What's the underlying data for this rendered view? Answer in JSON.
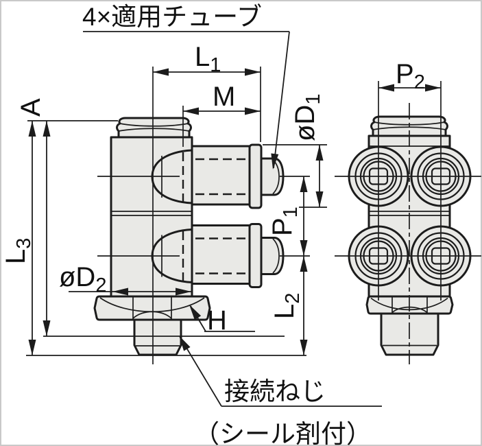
{
  "drawing": {
    "callouts": {
      "tube": {
        "text": "4×適用チューブ"
      },
      "thread": {
        "line1": "接続ねじ",
        "line2": "（シール剤付）"
      }
    },
    "dimensions": {
      "l1": {
        "label": "L",
        "sub": "1"
      },
      "m": {
        "label": "M"
      },
      "a": {
        "label": "A"
      },
      "d1": {
        "label": "øD",
        "sub": "1"
      },
      "p1": {
        "label": "P",
        "sub": "1"
      },
      "l2": {
        "label": "L",
        "sub": "2"
      },
      "l3": {
        "label": "L",
        "sub": "3"
      },
      "d2": {
        "label": "øD",
        "sub": "2"
      },
      "h": {
        "label": "H"
      },
      "p2": {
        "label": "P",
        "sub": "2"
      }
    },
    "colors": {
      "line": "#1c1c1c",
      "part_fill": "#e9e9e6",
      "background": "#ffffff",
      "frame": "#c9c9c9"
    }
  }
}
